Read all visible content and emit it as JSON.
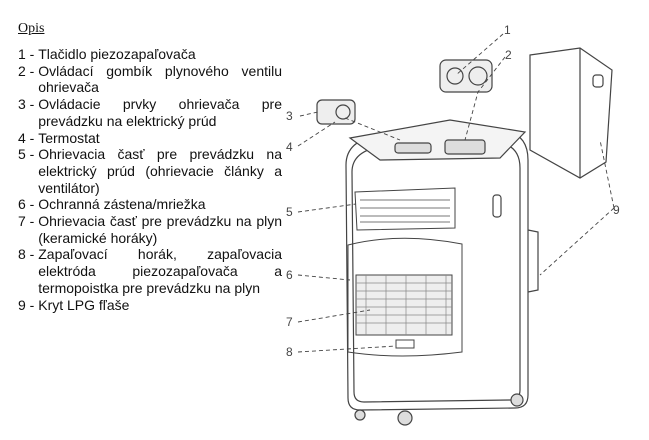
{
  "title": "Opis",
  "items": [
    {
      "num": "1 - ",
      "text": "Tlačidlo piezozapaľovača"
    },
    {
      "num": "2 - ",
      "text": "Ovládací gombík plynového ventilu ohrievača"
    },
    {
      "num": "3 - ",
      "text": "Ovládacie prvky ohrievača pre prevádzku na elektrický prúd"
    },
    {
      "num": "4 - ",
      "text": "Termostat"
    },
    {
      "num": "5 - ",
      "text": "Ohrievacia časť pre prevádzku na elektrický prúd (ohrievacie články a ventilátor)"
    },
    {
      "num": "6 - ",
      "text": "Ochranná zástena/mriežka"
    },
    {
      "num": "7 - ",
      "text": "Ohrievacia časť pre prevádzku na plyn (keramické horáky)"
    },
    {
      "num": "8 - ",
      "text": "Zapaľovací horák, zapaľovacia elektróda piezozapaľovača a termopoistka pre prevádzku na plyn"
    },
    {
      "num": "9 - ",
      "text": "Kryt LPG fľaše"
    }
  ],
  "diagram_labels": [
    "1",
    "2",
    "3",
    "4",
    "5",
    "6",
    "7",
    "8",
    "9"
  ]
}
